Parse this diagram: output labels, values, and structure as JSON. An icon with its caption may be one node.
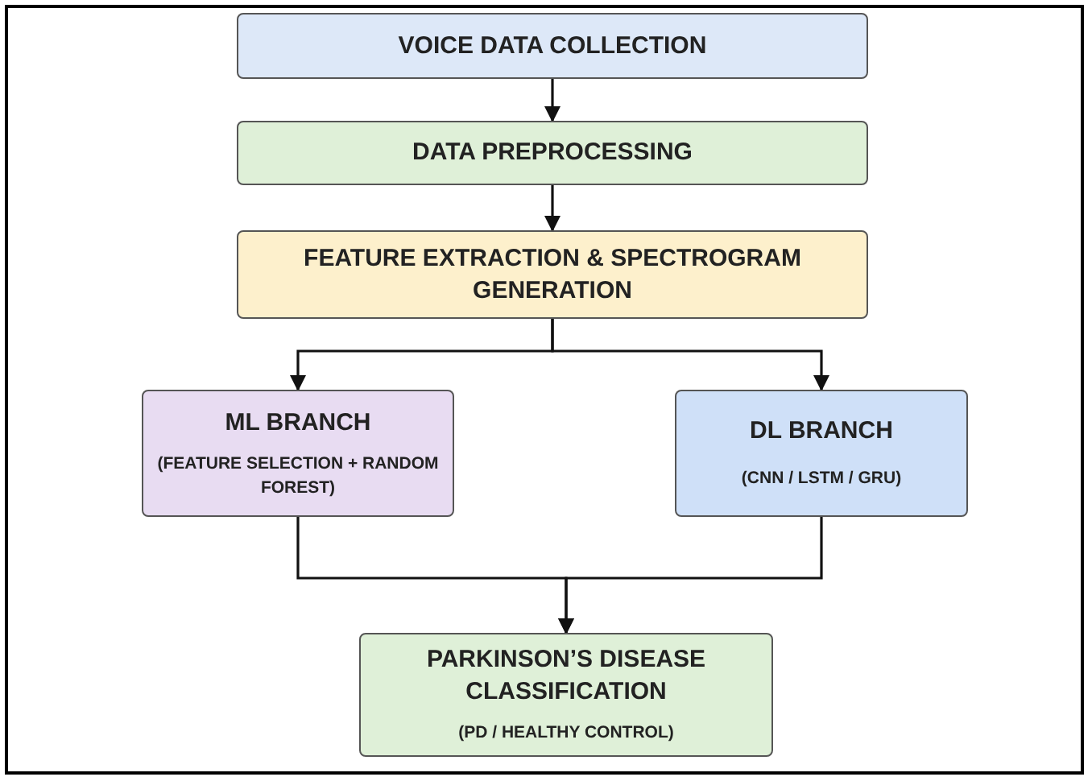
{
  "diagram": {
    "nodes": [
      {
        "text": [
          "VOICE DATA COLLECTION"
        ]
      },
      {
        "text": [
          "DATA PREPROCESSING"
        ]
      },
      {
        "text": [
          "FEATURE EXTRACTION & SPECTROGRAM GENERATION"
        ]
      },
      {
        "text": [
          "ML BRANCH",
          "(FEATURE SELECTION + RANDOM FOREST)"
        ]
      },
      {
        "text": [
          "DL BRANCH",
          "(CNN / LSTM / GRU)"
        ]
      },
      {
        "text": [
          "PARKINSON’S DISEASE CLASSIFICATION",
          "(PD / HEALTHY CONTROL)"
        ]
      }
    ],
    "edges": [
      {
        "from": 0,
        "to": 1,
        "arrow": "to"
      },
      {
        "from": 1,
        "to": 2,
        "arrow": "to"
      },
      {
        "from": 2,
        "to": 3,
        "arrow": "to"
      },
      {
        "from": 2,
        "to": 4,
        "arrow": "to"
      },
      {
        "from": 3,
        "to": 5,
        "arrow": "to"
      },
      {
        "from": 4,
        "to": 5,
        "arrow": "to"
      }
    ]
  }
}
